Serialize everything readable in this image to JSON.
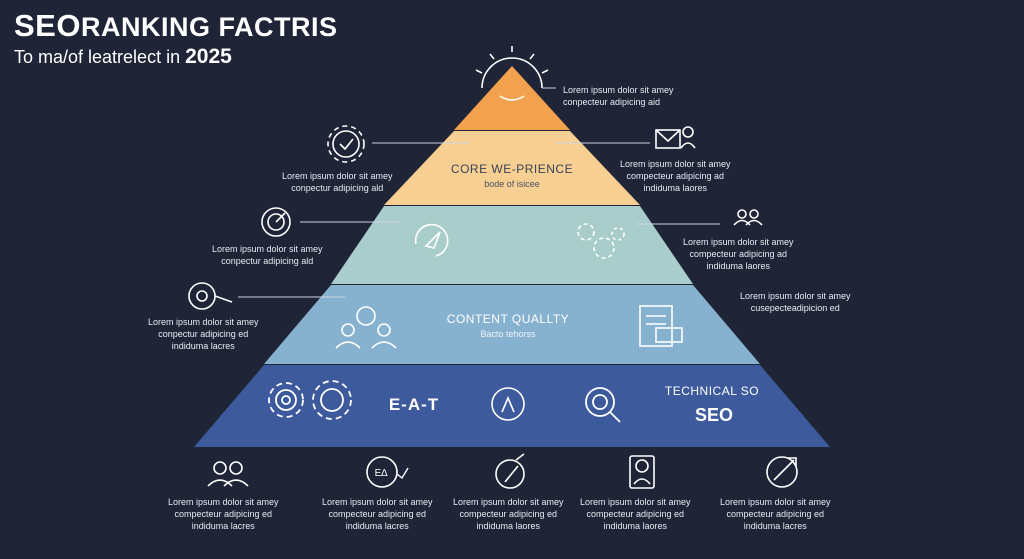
{
  "header": {
    "title_seo": "SEO",
    "title_rest": "RANKING FACTRIS",
    "subtitle_text": "To ma/of leatrelect in",
    "subtitle_year": "2025"
  },
  "pyramid": {
    "layers": [
      {
        "name": "top",
        "color": "#f2a24e"
      },
      {
        "name": "core-web-experience",
        "color": "#f7cf92",
        "title": "CORE WE-PRIENCE",
        "subtitle": "bode of isicee"
      },
      {
        "name": "layer-3",
        "color": "#a9cdcb"
      },
      {
        "name": "content-quality",
        "color": "#86b2cf",
        "title": "CONTENT QUALLTY",
        "subtitle": "Bacto tehorss"
      },
      {
        "name": "technical-seo",
        "color": "#3d5a9c",
        "label_eat": "E-A-T",
        "title": "TECHNICAL SO",
        "subtitle": "SEO"
      }
    ]
  },
  "captions": {
    "top_right": [
      "Lorem ipsum dolor sit amey",
      "conpecteur adipicing aid"
    ],
    "tier2_left": [
      "Lorem ipsum dolor sit amey",
      "conpectur adipicing ald"
    ],
    "tier2_right": [
      "Lorem ipsum dolor sit amey",
      "compecteur adipicing ad",
      "indiduma laores"
    ],
    "tier3_left": [
      "Lorem ipsum dolor sit amey",
      "conpectur adipicing ald"
    ],
    "tier3_right": [
      "Lorem ipsum dolor sit amey",
      "compecteur adipicing ad",
      "indiduma laores"
    ],
    "tier4_left": [
      "Lorem ipsum dolor sit amey",
      "conpectur adipicing ed",
      "indiduma lacres"
    ],
    "tier4_right": [
      "Lorem ipsum dolor sit amey",
      "cusepecteadipicion ed"
    ],
    "bottom": [
      [
        "Lorem ipsum dolor sit amey",
        "compecteur adipicing ed",
        "indiduma lacres"
      ],
      [
        "Lorem ipsum dolor sit amey",
        "compecteur adipicing ed",
        "indiduma lacres"
      ],
      [
        "Lorem ipsum dolor sit amey",
        "compecteur adipicing ed",
        "indiduma laores"
      ],
      [
        "Lorem ipsum dolor sit amey",
        "compecteur adipicing ed",
        "indiduma laores"
      ],
      [
        "Lorem ipsum dolor sit amey",
        "compecteur adipicing ed",
        "indiduma lacres"
      ]
    ]
  },
  "icons": {
    "bottom_ea_label": "E∆"
  }
}
